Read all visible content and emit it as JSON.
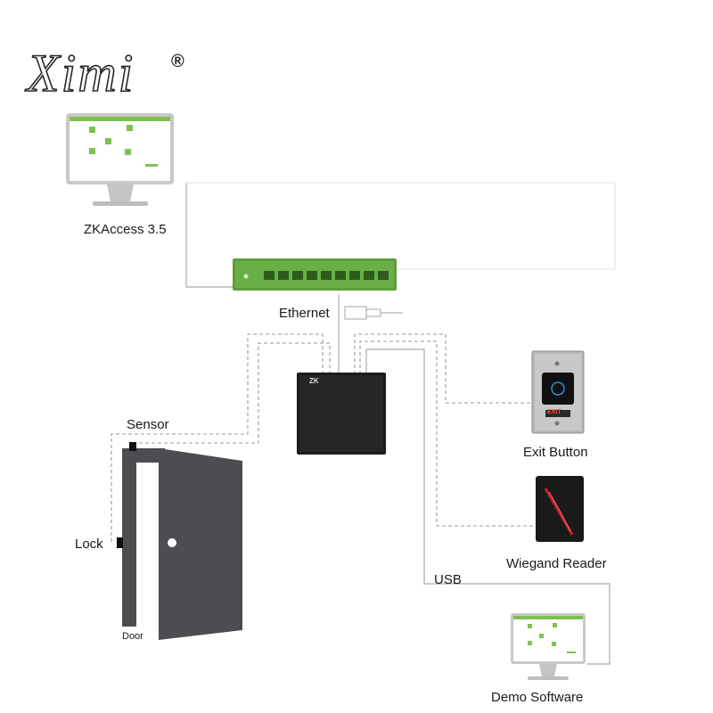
{
  "logo": {
    "text": "Ximi",
    "registered": "®"
  },
  "nodes": {
    "zkaccess": {
      "label": "ZKAccess 3.5"
    },
    "ethernet": {
      "label": "Ethernet"
    },
    "sensor": {
      "label": "Sensor"
    },
    "lock": {
      "label": "Lock"
    },
    "door": {
      "label": "Door"
    },
    "exit_button": {
      "label": "Exit Button",
      "plate_text": "EXIT"
    },
    "wiegand_reader": {
      "label": "Wiegand Reader"
    },
    "usb": {
      "label": "USB"
    },
    "demo_software": {
      "label": "Demo Software"
    },
    "controller": {
      "brand": "ZK"
    }
  },
  "colors": {
    "switch_green": "#5a9e3a",
    "controller_body": "#1c1c1c",
    "door_gray": "#4b4d50",
    "line_gray": "#9a9a9a",
    "dashed_line": "#9a9a9a",
    "screen_green": "#7fc14f",
    "reader_red": "#c8202a"
  },
  "icons": [
    "monitor-icon",
    "network-switch-icon",
    "ethernet-plug-icon",
    "controller-icon",
    "exit-button-icon",
    "card-reader-icon",
    "door-icon"
  ]
}
